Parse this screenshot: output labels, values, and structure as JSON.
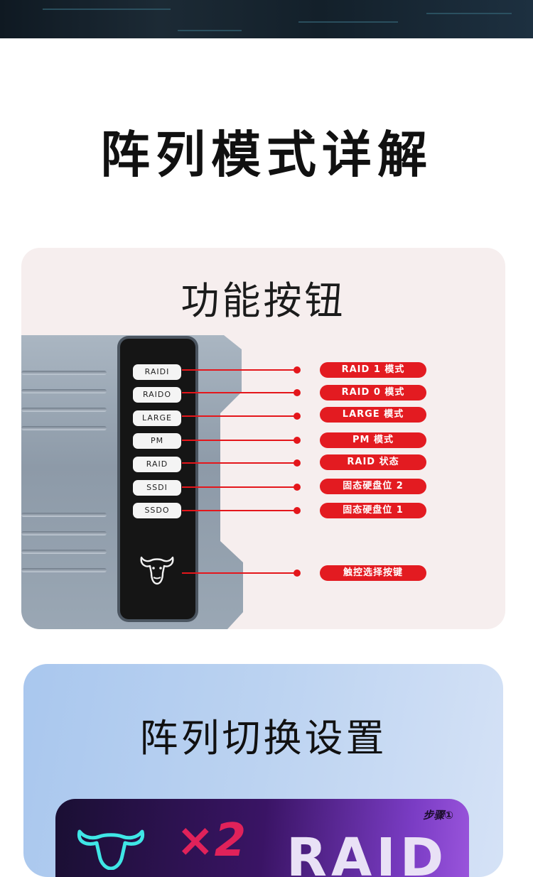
{
  "page": {
    "main_title": "阵列模式详解"
  },
  "functions_card": {
    "title": "功能按钮",
    "device_buttons": [
      "RAIDI",
      "RAIDO",
      "LARGE",
      "PM",
      "RAID",
      "SSDI",
      "SSDO"
    ],
    "callouts": [
      "RAID 1 模式",
      "RAID 0 模式",
      "LARGE 模式",
      "PM 模式",
      "RAID 状态",
      "固态硬盘位 2",
      "固态硬盘位 1",
      "触控选择按键"
    ],
    "colors": {
      "accent_red": "#e31b21",
      "card_bg": "#f6eeee"
    },
    "icons": [
      "bull-head-icon"
    ]
  },
  "switch_card": {
    "title": "阵列切换设置",
    "step_label": "步骤①",
    "visible_fragments": {
      "multiplier": "×2",
      "raid_word": "RAID"
    },
    "icons": [
      "teal-bull-icon"
    ]
  }
}
